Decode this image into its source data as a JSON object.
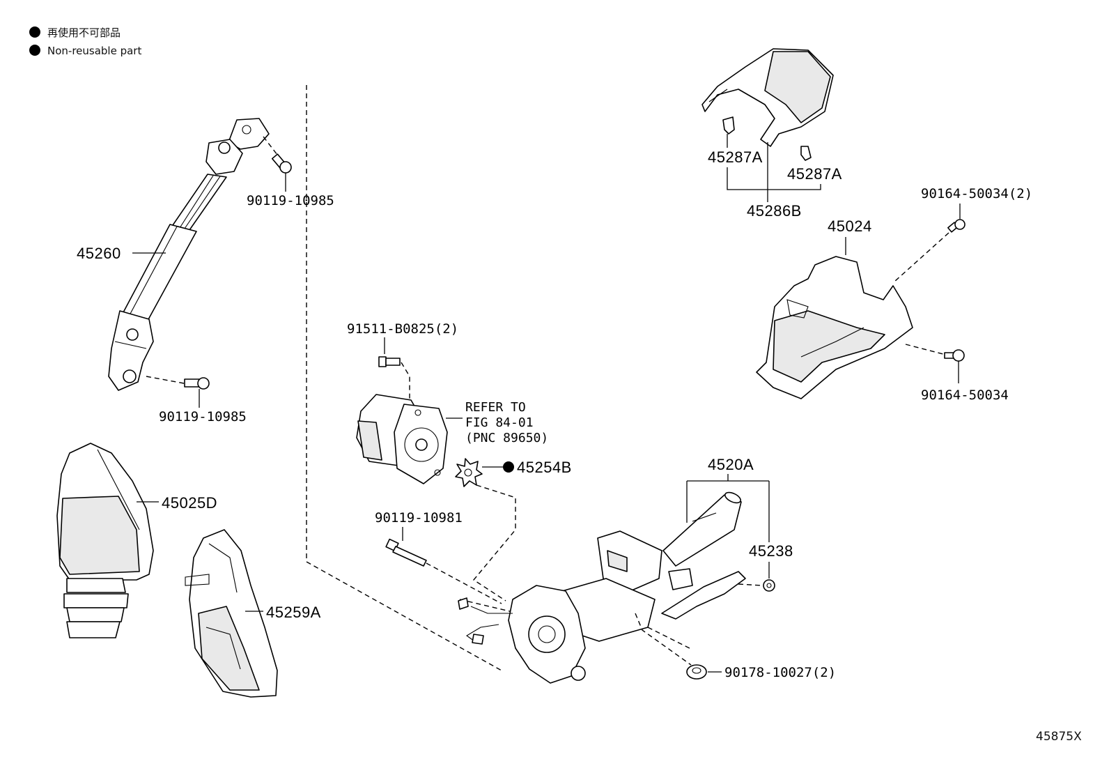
{
  "legend": {
    "jp": "再使用不可部品",
    "en": "Non-reusable part"
  },
  "labels": {
    "p45260": "45260",
    "p90119_10985_a": "90119-10985",
    "p90119_10985_b": "90119-10985",
    "p45025D": "45025D",
    "p45259A": "45259A",
    "p91511": "91511-B0825(2)",
    "ref_line1": "REFER TO",
    "ref_line2": "FIG 84-01",
    "ref_line3": "(PNC 89650)",
    "p45254B": "45254B",
    "p90119_10981": "90119-10981",
    "p4520A": "4520A",
    "p45238": "45238",
    "p90178": "90178-10027(2)",
    "p45287A_a": "45287A",
    "p45287A_b": "45287A",
    "p45286B": "45286B",
    "p45024": "45024",
    "p90164_50034_2": "90164-50034(2)",
    "p90164_50034": "90164-50034",
    "diagram_code": "45875X"
  }
}
